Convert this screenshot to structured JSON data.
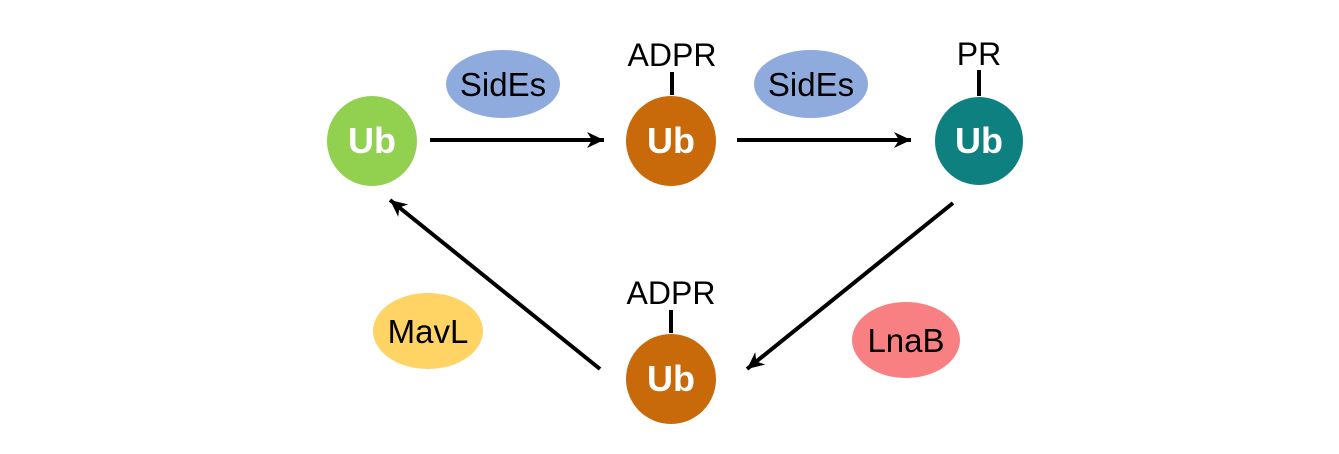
{
  "diagram": {
    "nodes": {
      "ub_free": {
        "label": "Ub",
        "color": "#92D050"
      },
      "ub_adpr_top": {
        "label": "Ub",
        "modification": "ADPR",
        "color": "#C8690A"
      },
      "ub_pr": {
        "label": "Ub",
        "modification": "PR",
        "color": "#0F8080"
      },
      "ub_adpr_bottom": {
        "label": "Ub",
        "modification": "ADPR",
        "color": "#C8690A"
      }
    },
    "enzymes": {
      "sides_left": {
        "label": "SidEs",
        "color": "#8FAADC"
      },
      "sides_right": {
        "label": "SidEs",
        "color": "#8FAADC"
      },
      "mavl": {
        "label": "MavL",
        "color": "#FFD465"
      },
      "lnab": {
        "label": "LnaB",
        "color": "#F98082"
      }
    },
    "arrow_color": "#000000",
    "background": "#FFFFFF"
  }
}
